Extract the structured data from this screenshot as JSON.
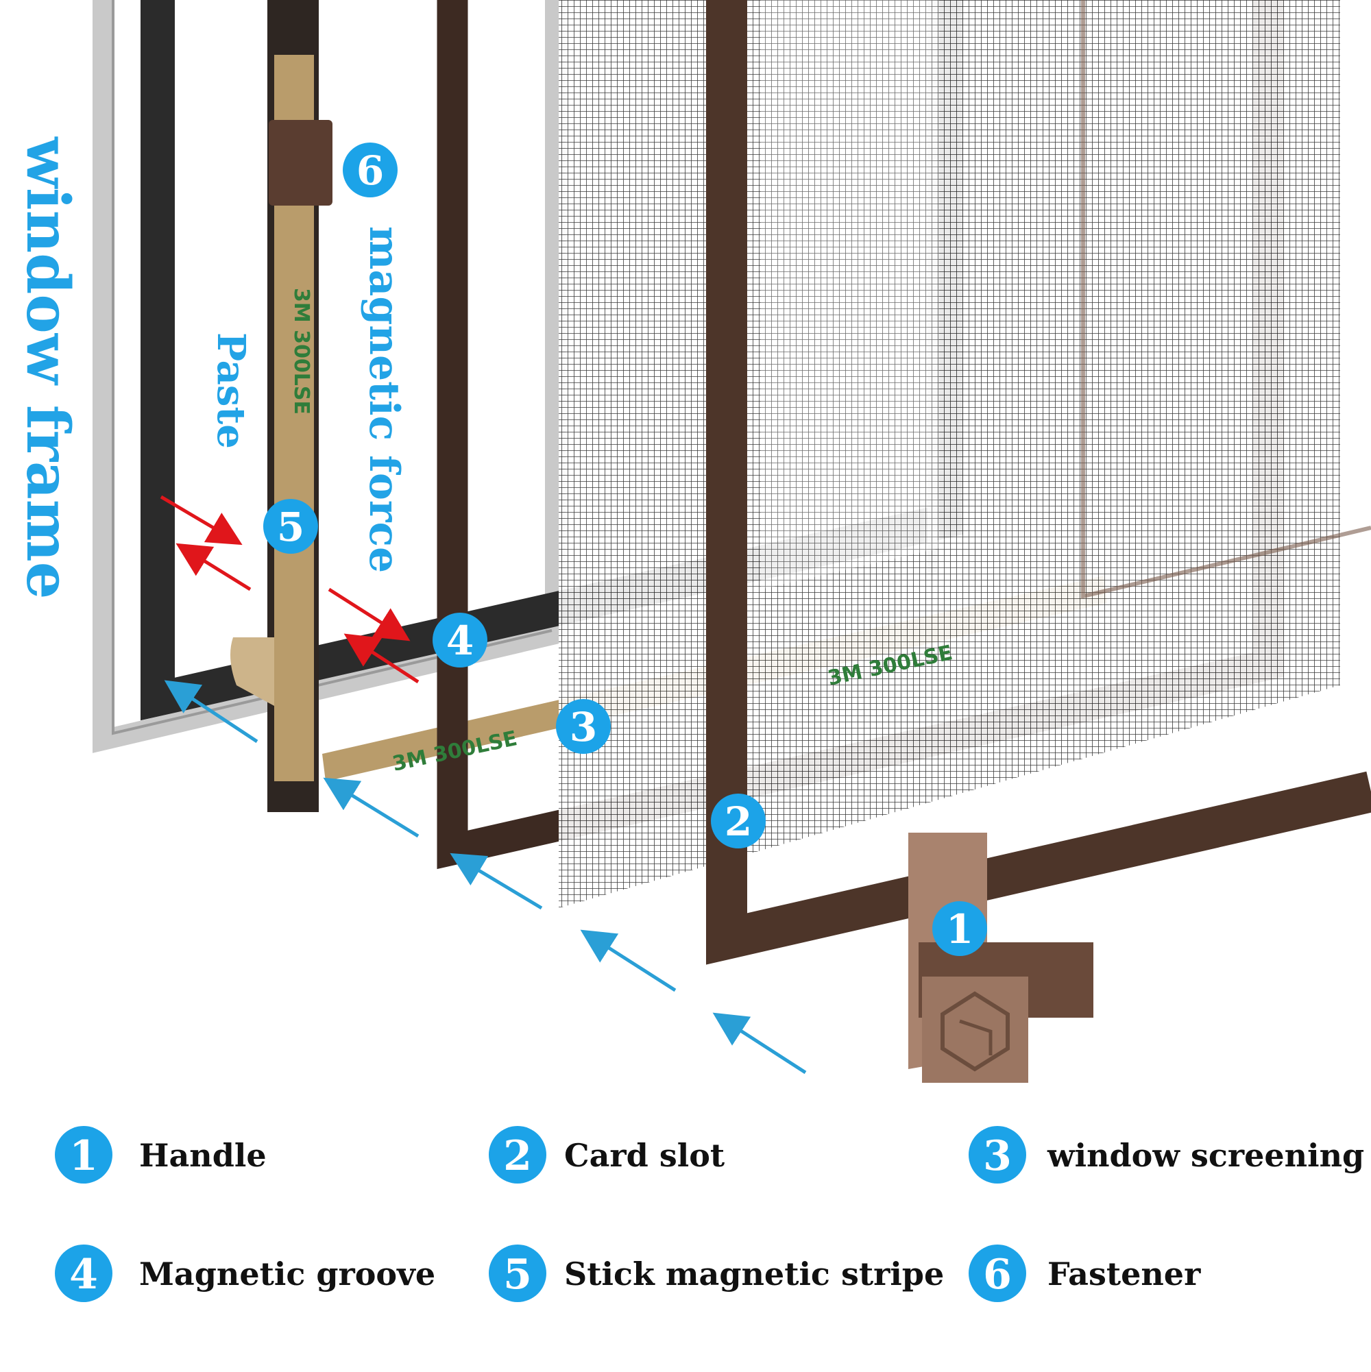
{
  "labels": {
    "window_frame": "window frame",
    "paste": "Paste",
    "magnetic_force": "magnetic force"
  },
  "tape_print": "3M 300LSE",
  "colors": {
    "badge_blue": "#1ca3e8",
    "frame_brown": "#3d2a22",
    "tape_tan": "#b99c6b",
    "handle_tan": "#a9836e",
    "arrow_red": "#e0161b",
    "arrow_blue": "#2a9fd6"
  },
  "markers": [
    {
      "number": "1"
    },
    {
      "number": "2"
    },
    {
      "number": "3"
    },
    {
      "number": "4"
    },
    {
      "number": "5"
    },
    {
      "number": "6"
    }
  ],
  "legend": [
    {
      "number": "1",
      "label": "Handle"
    },
    {
      "number": "2",
      "label": "Card slot"
    },
    {
      "number": "3",
      "label": "window screening"
    },
    {
      "number": "4",
      "label": "Magnetic groove"
    },
    {
      "number": "5",
      "label": "Stick magnetic stripe"
    },
    {
      "number": "6",
      "label": "Fastener"
    }
  ]
}
